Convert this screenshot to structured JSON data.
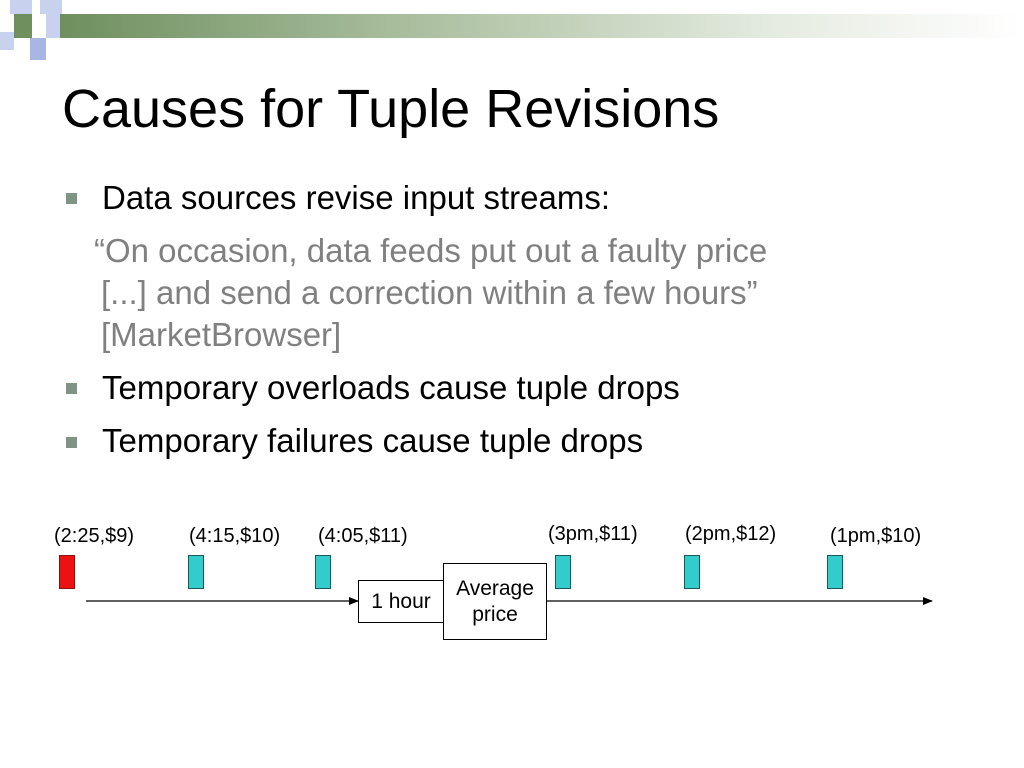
{
  "slide": {
    "title": "Causes for Tuple Revisions",
    "bullets": [
      {
        "text": "Data sources revise input streams:"
      },
      {
        "text": "Temporary overloads cause tuple drops"
      },
      {
        "text": "Temporary failures cause tuple drops"
      }
    ],
    "quote": {
      "lines": [
        "“On occasion, data feeds put out a faulty price",
        "[...] and send a correction within a few hours”",
        "[MarketBrowser]"
      ]
    }
  },
  "diagram": {
    "input_tuples": [
      {
        "label": "(2:25,$9)",
        "color": "#ee1111"
      },
      {
        "label": "(4:15,$10)",
        "color": "#33cccc"
      },
      {
        "label": "(4:05,$11)",
        "color": "#33cccc"
      }
    ],
    "operators": {
      "window": "1 hour",
      "aggregate_line1": "Average",
      "aggregate_line2": "price"
    },
    "output_tuples": [
      {
        "label": "(3pm,$11)",
        "color": "#33cccc"
      },
      {
        "label": "(2pm,$12)",
        "color": "#33cccc"
      },
      {
        "label": "(1pm,$10)",
        "color": "#33cccc"
      }
    ]
  }
}
